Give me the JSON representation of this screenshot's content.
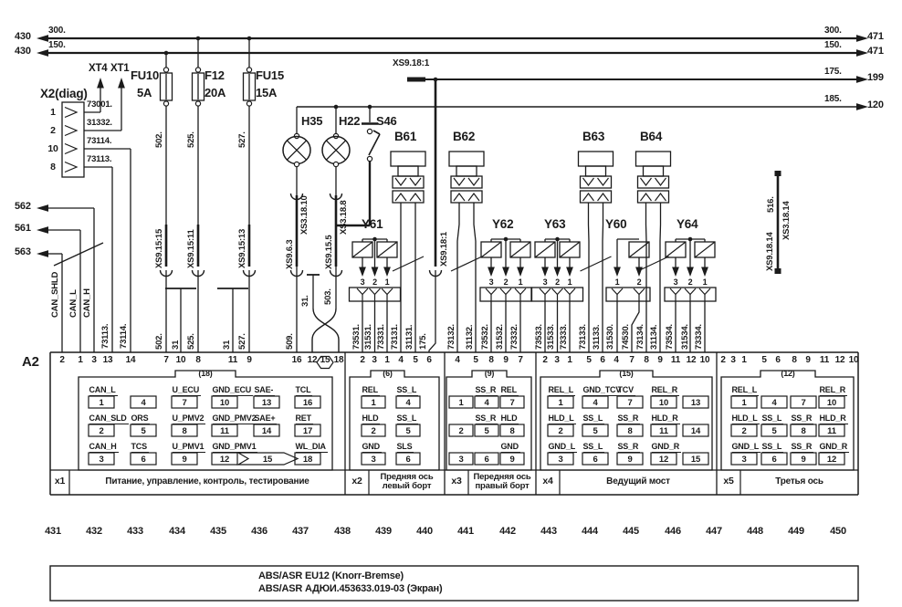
{
  "diagram": {
    "title_block": {
      "line1": "ABS/ASR EU12 (Knorr-Bremse)",
      "line2": "ABS/ASR АДЮИ.453633.019-03 (Экран)"
    },
    "ecu_ref": "A2",
    "bottom_refs": [
      "431",
      "432",
      "433",
      "434",
      "435",
      "436",
      "437",
      "438",
      "439",
      "440",
      "441",
      "442",
      "443",
      "444",
      "445",
      "446",
      "447",
      "448",
      "449",
      "450"
    ],
    "bus_lines": [
      {
        "left_ref": "430",
        "wire": "300.",
        "right_ref": "471"
      },
      {
        "left_ref": "430",
        "wire": "150.",
        "right_ref": "471"
      },
      {
        "wire": "175.",
        "right_ref": "199"
      },
      {
        "wire": "185.",
        "right_ref": "120"
      }
    ],
    "can_out": [
      {
        "ref": "562"
      },
      {
        "ref": "561"
      },
      {
        "ref": "563"
      }
    ],
    "diag_connector": {
      "label": "X2(diag)",
      "top_refs": [
        "XT4",
        "XT1"
      ],
      "pins": [
        {
          "pin": "1",
          "wire": "73001."
        },
        {
          "pin": "2",
          "wire": "31332."
        },
        {
          "pin": "10",
          "wire": "73114."
        },
        {
          "pin": "8",
          "wire": "73113."
        }
      ]
    },
    "fuses": [
      {
        "name": "FU10",
        "rating": "5A",
        "wire": "502.",
        "connector": "XS9.15:15"
      },
      {
        "name": "F12",
        "rating": "20A",
        "wire": "525.",
        "connector": "XS9.15:11"
      },
      {
        "name": "FU15",
        "rating": "15A",
        "wire": "527.",
        "connector": "XS9.15:13"
      }
    ],
    "lamps": [
      {
        "name": "H35",
        "plug": "XS3.18.10",
        "socket": "XS9.6.3"
      },
      {
        "name": "H22",
        "plug": "XS3.18.8",
        "socket": "XS9.15.5"
      }
    ],
    "switch": {
      "name": "S46"
    },
    "harness_connector": {
      "label": "XS9.18:1"
    },
    "spare_wire": {
      "wire": "516.",
      "plug": "XS3.18.14",
      "socket": "XS9.18.14"
    },
    "sensors": [
      {
        "name": "B61"
      },
      {
        "name": "B62"
      },
      {
        "name": "B63"
      },
      {
        "name": "B64"
      }
    ],
    "valves": [
      {
        "name": "Y61",
        "pins": [
          "3",
          "2",
          "1"
        ]
      },
      {
        "name": "Y62",
        "pins": [
          "3",
          "2",
          "1"
        ]
      },
      {
        "name": "Y63",
        "pins": [
          "3",
          "2",
          "1"
        ]
      },
      {
        "name": "Y60",
        "pins": [
          "1",
          "2"
        ]
      },
      {
        "name": "Y64",
        "pins": [
          "3",
          "2",
          "1"
        ]
      }
    ],
    "ecu": {
      "sections": [
        {
          "id": "x1",
          "tab": "(18)",
          "top_pins": [
            "2",
            "1",
            "3",
            "13",
            "14",
            "7",
            "10",
            "8",
            "11",
            "9",
            "16",
            "12",
            "15",
            "18"
          ],
          "wires": [
            "CAN_SHLD",
            "CAN_L",
            "CAN_H",
            "73113.",
            "73114.",
            "502.",
            "31",
            "525.",
            "31",
            "527.",
            "509.",
            "31.",
            "503."
          ],
          "cells": [
            {
              "label": "CAN_L",
              "pin": "1"
            },
            {
              "label": "",
              "pin": "4"
            },
            {
              "label": "U_ECU",
              "pin": "7"
            },
            {
              "label": "GND_ECU",
              "pin": "10"
            },
            {
              "label": "SAE-",
              "pin": "13"
            },
            {
              "label": "TCL",
              "pin": "16"
            },
            {
              "label": "CAN_SLD",
              "pin": "2"
            },
            {
              "label": "ORS",
              "pin": "5"
            },
            {
              "label": "U_PMV2",
              "pin": "8"
            },
            {
              "label": "GND_PMV2",
              "pin": "11"
            },
            {
              "label": "SAE+",
              "pin": "14"
            },
            {
              "label": "RET",
              "pin": "17"
            },
            {
              "label": "CAN_H",
              "pin": "3"
            },
            {
              "label": "TCS",
              "pin": "6"
            },
            {
              "label": "U_PMV1",
              "pin": "9"
            },
            {
              "label": "GND_PMV1",
              "pin": "12"
            },
            {
              "label": "",
              "pin": "15",
              "arrow": true
            },
            {
              "label": "WL_DIA",
              "pin": "18"
            }
          ],
          "footer1": "Питание, управление, контроль, тестирование",
          "footer2": ""
        },
        {
          "id": "x2",
          "tab": "(6)",
          "top_pins": [
            "2",
            "3",
            "1",
            "4",
            "5",
            "6"
          ],
          "wires": [
            "73531.",
            "31531.",
            "73331.",
            "73131.",
            "31131.",
            "175."
          ],
          "cells": [
            {
              "label": "REL",
              "pin": "1"
            },
            {
              "label": "SS_L",
              "pin": "4"
            },
            {
              "label": "HLD",
              "pin": "2"
            },
            {
              "label": "SS_L",
              "pin": "5"
            },
            {
              "label": "GND",
              "pin": "3"
            },
            {
              "label": "SLS",
              "pin": "6"
            }
          ],
          "footer1": "Предняя ось",
          "footer2": "левый борт"
        },
        {
          "id": "x3",
          "tab": "(9)",
          "top_pins": [
            "4",
            "5",
            "8",
            "9",
            "7"
          ],
          "wires": [
            "73132.",
            "31132.",
            "73532.",
            "31532.",
            "73332."
          ],
          "cells": [
            {
              "label": "",
              "pin": "1"
            },
            {
              "label": "SS_R",
              "pin": "4"
            },
            {
              "label": "REL",
              "pin": "7"
            },
            {
              "label": "",
              "pin": "2"
            },
            {
              "label": "SS_R",
              "pin": "5"
            },
            {
              "label": "HLD",
              "pin": "8"
            },
            {
              "label": "",
              "pin": "3"
            },
            {
              "label": "",
              "pin": "6"
            },
            {
              "label": "GND",
              "pin": "9"
            }
          ],
          "footer1": "Передняя ось",
          "footer2": "правый борт"
        },
        {
          "id": "x4",
          "tab": "(15)",
          "top_pins": [
            "2",
            "3",
            "1",
            "5",
            "6",
            "4",
            "7",
            "8",
            "9",
            "11",
            "12",
            "10"
          ],
          "wires": [
            "73533.",
            "31533.",
            "73333.",
            "73133.",
            "31133.",
            "31530.",
            "74530.",
            "73134.",
            "31134.",
            "73534.",
            "31534.",
            "73334."
          ],
          "cells": [
            {
              "label": "REL_L",
              "pin": "1"
            },
            {
              "label": "GND_TCV",
              "pin": "4"
            },
            {
              "label": "TCV",
              "pin": "7"
            },
            {
              "label": "REL_R",
              "pin": "10"
            },
            {
              "label": "",
              "pin": "13"
            },
            {
              "label": "HLD_L",
              "pin": "2"
            },
            {
              "label": "SS_L",
              "pin": "5"
            },
            {
              "label": "SS_R",
              "pin": "8"
            },
            {
              "label": "HLD_R",
              "pin": "11"
            },
            {
              "label": "",
              "pin": "14"
            },
            {
              "label": "GND_L",
              "pin": "3"
            },
            {
              "label": "SS_L",
              "pin": "6"
            },
            {
              "label": "SS_R",
              "pin": "9"
            },
            {
              "label": "GND_R",
              "pin": "12"
            },
            {
              "label": "",
              "pin": "15"
            }
          ],
          "footer1": "Ведущий мост",
          "footer2": ""
        },
        {
          "id": "x5",
          "tab": "(12)",
          "top_pins": [
            "2",
            "3",
            "1",
            "5",
            "6",
            "8",
            "9",
            "11",
            "12",
            "10"
          ],
          "wires": [],
          "cells": [
            {
              "label": "REL_L",
              "pin": "1"
            },
            {
              "label": "",
              "pin": "4"
            },
            {
              "label": "",
              "pin": "7"
            },
            {
              "label": "REL_R",
              "pin": "10"
            },
            {
              "label": "HLD_L",
              "pin": "2"
            },
            {
              "label": "SS_L",
              "pin": "5"
            },
            {
              "label": "SS_R",
              "pin": "8"
            },
            {
              "label": "HLD_R",
              "pin": "11"
            },
            {
              "label": "GND_L",
              "pin": "3"
            },
            {
              "label": "SS_L",
              "pin": "6"
            },
            {
              "label": "SS_R",
              "pin": "9"
            },
            {
              "label": "GND_R",
              "pin": "12"
            }
          ],
          "footer1": "Третья ось",
          "footer2": ""
        }
      ]
    }
  }
}
